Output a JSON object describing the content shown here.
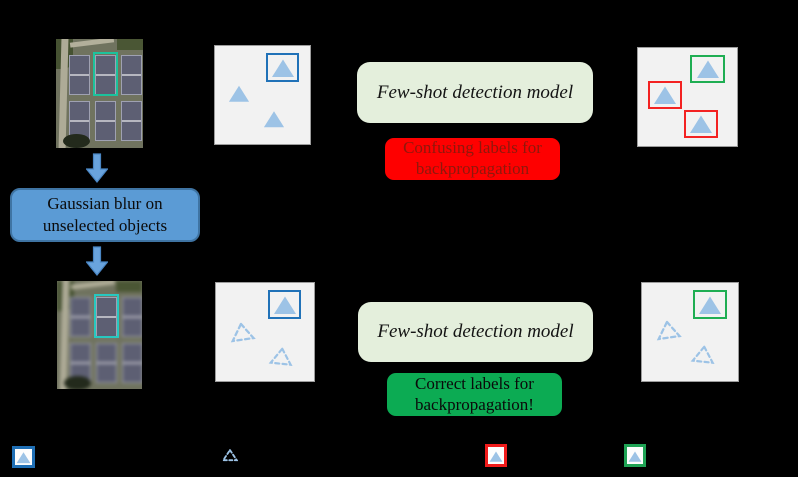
{
  "process_box": {
    "line1": "Gaussian blur on",
    "line2": "unselected objects"
  },
  "model_box_top": {
    "label": "Few-shot detection model"
  },
  "model_box_bottom": {
    "label": "Few-shot detection model"
  },
  "feedback_top": {
    "line1": "Confusing labels for",
    "line2": "backpropagation"
  },
  "feedback_bottom": {
    "line1": "Correct labels for",
    "line2": "backpropagation!"
  },
  "legend": {
    "icons": [
      "blue-boxed-triangle",
      "dashed-triangle",
      "red-boxed-triangle",
      "green-boxed-triangle"
    ]
  },
  "colors": {
    "background": "#000000",
    "panel_bg": "#f2f2f2",
    "triangle_fill": "#9dc3e6",
    "blue_annotation": "#2172b8",
    "red_annotation": "#f32222",
    "green_annotation": "#1fae53",
    "process_box_fill": "#5b9bd5",
    "model_box_fill": "#e4efdc",
    "confusing_fill": "#fe0000",
    "confusing_text": "#8e180c",
    "correct_fill": "#0cab53",
    "selection_box": "#1cc29c",
    "arrow_fill": "#69a3dd"
  }
}
